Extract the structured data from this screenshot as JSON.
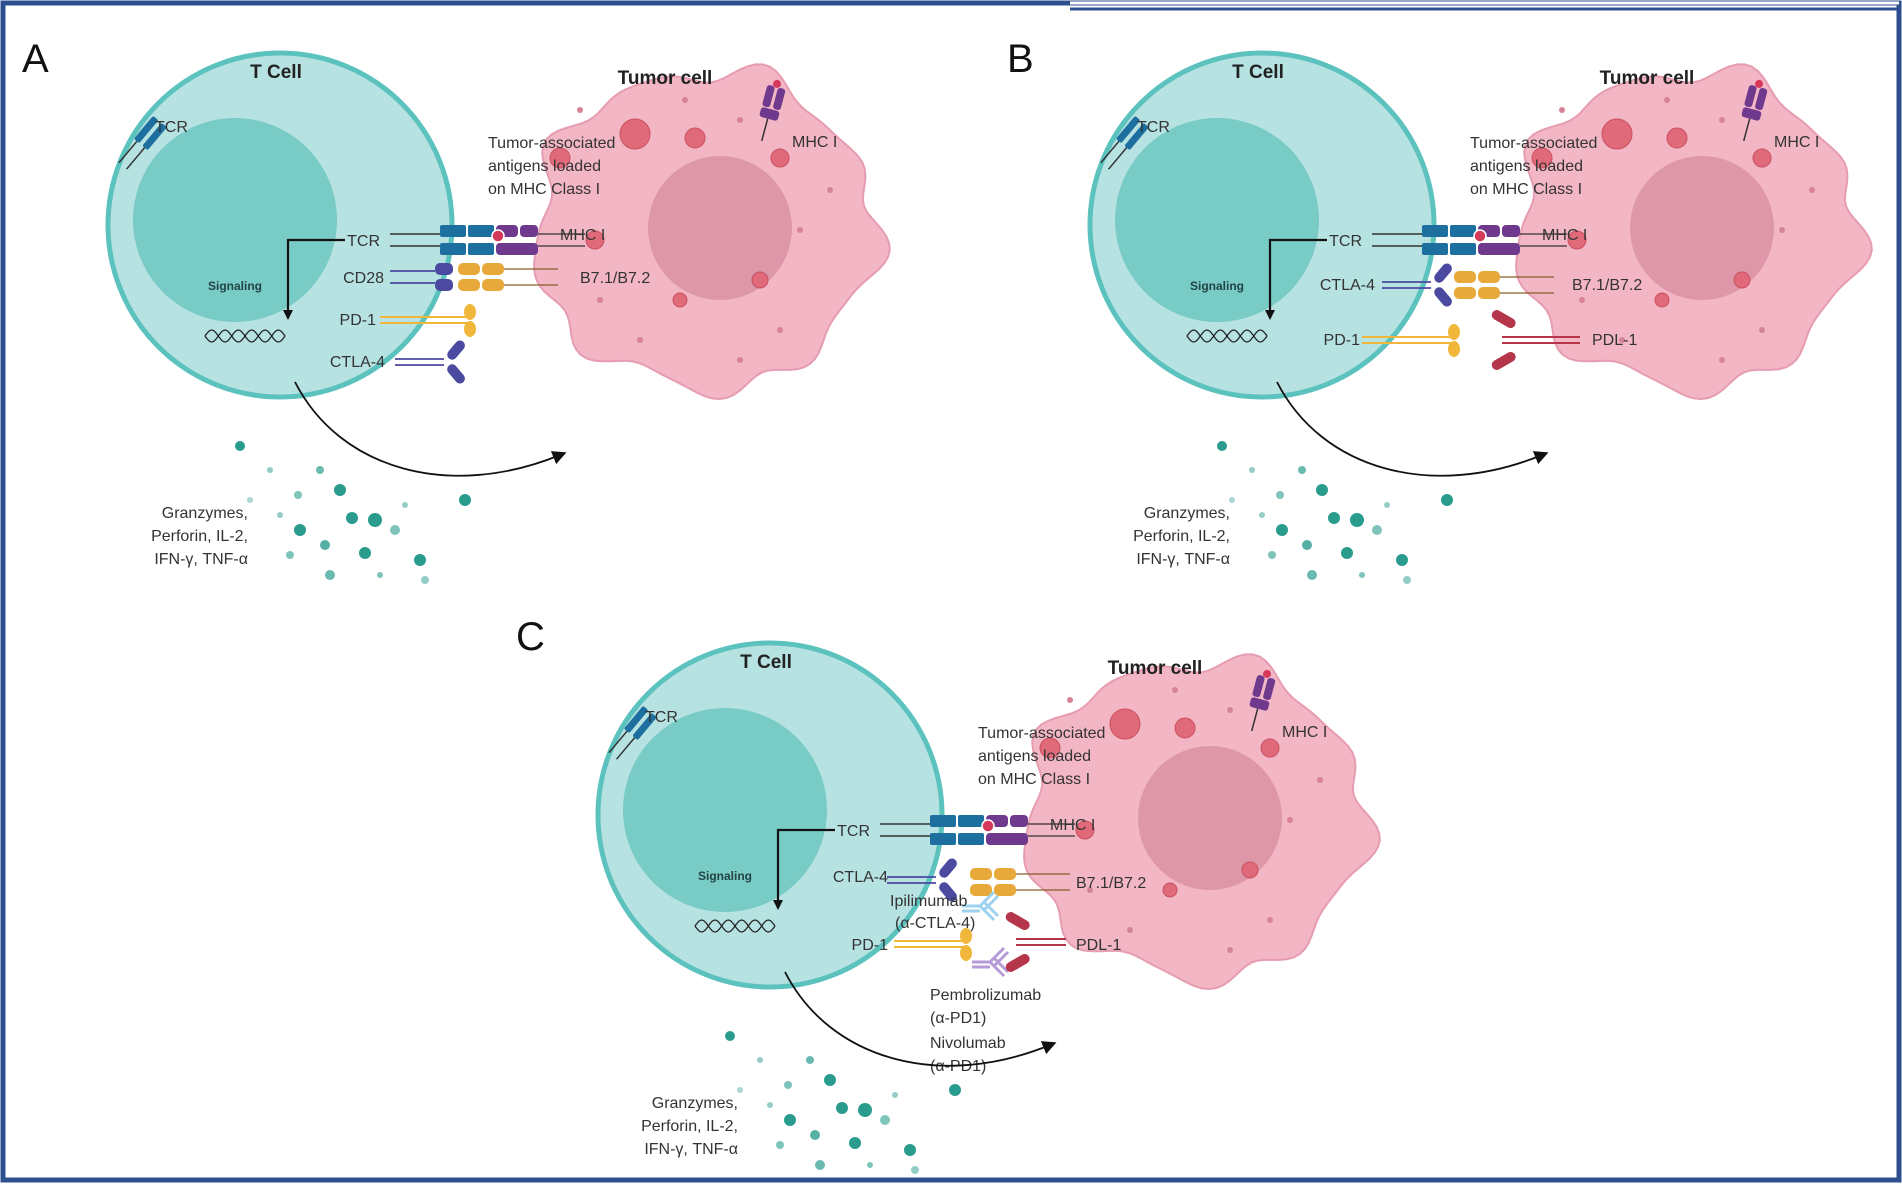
{
  "colors": {
    "border": "#2e4f8f",
    "t_cell": "#b7e2e2",
    "t_cell_edge": "#5cc2be",
    "nucleus": "#79cbc6",
    "tumor": "#f2b6c4",
    "tumor_nucleus": "#de97a9",
    "tcr_blue": "#1d6fa0",
    "mhc_purple": "#6f3a8e",
    "cd28_indigo": "#4b4aa0",
    "b7_orange": "#e7a93a",
    "pd1_yellow": "#f0b73a",
    "pdl1_red": "#b5354a",
    "ipilimumab": "#9ed3f0",
    "pembrolizumab": "#b79ad8",
    "granule": "#2a9c8e",
    "block_x": "#b82e3e"
  },
  "panels": [
    {
      "letter": "A",
      "t_cell_title": "T Cell",
      "tumor_title": "Tumor cell",
      "tcr_surface": "TCR",
      "mhc_surface": "MHC I",
      "antigen_note": [
        "Tumor-associated",
        "antigens loaded",
        "on MHC Class I"
      ],
      "signaling": "Signaling",
      "receptors": {
        "tcr": "TCR",
        "mhc": "MHC I",
        "cd28": "CD28",
        "b7": "B7.1/B7.2",
        "pd1": "PD-1",
        "ctla4": "CTLA-4"
      },
      "cytokines": [
        "Granzymes,",
        "Perforin, IL-2,",
        "IFN-γ, TNF-α"
      ]
    },
    {
      "letter": "B",
      "t_cell_title": "T Cell",
      "tumor_title": "Tumor cell",
      "tcr_surface": "TCR",
      "mhc_surface": "MHC I",
      "antigen_note": [
        "Tumor-associated",
        "antigens loaded",
        "on MHC Class I"
      ],
      "signaling": "Signaling",
      "receptors": {
        "tcr": "TCR",
        "mhc": "MHC I",
        "ctla4": "CTLA-4",
        "b7": "B7.1/B7.2",
        "pd1": "PD-1",
        "pdl1": "PDL-1"
      },
      "cytokines": [
        "Granzymes,",
        "Perforin, IL-2,",
        "IFN-γ, TNF-α"
      ]
    },
    {
      "letter": "C",
      "t_cell_title": "T Cell",
      "tumor_title": "Tumor cell",
      "tcr_surface": "TCR",
      "mhc_surface": "MHC I",
      "antigen_note": [
        "Tumor-associated",
        "antigens loaded",
        "on MHC Class I"
      ],
      "signaling": "Signaling",
      "receptors": {
        "tcr": "TCR",
        "mhc": "MHC I",
        "ctla4": "CTLA-4",
        "b7": "B7.1/B7.2",
        "pd1": "PD-1",
        "pdl1": "PDL-1"
      },
      "drugs": {
        "ipilimumab": [
          "Ipilimumab",
          "(α-CTLA-4)"
        ],
        "pembrolizumab": [
          "Pembrolizumab",
          "(α-PD1)"
        ],
        "nivolumab": [
          "Nivolumab",
          "(α-PD1)"
        ]
      },
      "cytokines": [
        "Granzymes,",
        "Perforin, IL-2,",
        "IFN-γ, TNF-α"
      ]
    }
  ]
}
